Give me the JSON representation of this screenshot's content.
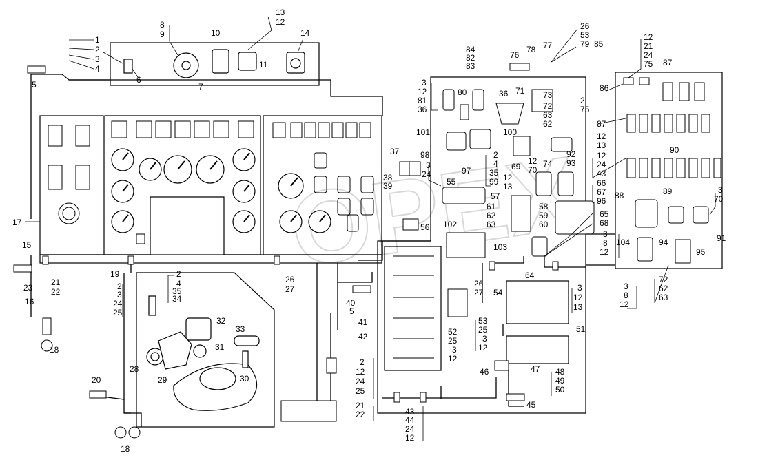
{
  "watermark": "OPEX",
  "callouts": [
    {
      "id": "c1",
      "text": "1"
    },
    {
      "id": "c2",
      "text": "2"
    },
    {
      "id": "c3",
      "text": "3"
    },
    {
      "id": "c4",
      "text": "4"
    },
    {
      "id": "c5",
      "text": "5"
    },
    {
      "id": "c6",
      "text": "6"
    },
    {
      "id": "c7",
      "text": "7"
    },
    {
      "id": "c8",
      "text": "8"
    },
    {
      "id": "c9",
      "text": "9"
    },
    {
      "id": "c10",
      "text": "10"
    },
    {
      "id": "c11",
      "text": "11"
    },
    {
      "id": "c13",
      "text": "13"
    },
    {
      "id": "c12a",
      "text": "12"
    },
    {
      "id": "c14",
      "text": "14"
    },
    {
      "id": "c17",
      "text": "17"
    },
    {
      "id": "c15",
      "text": "15"
    },
    {
      "id": "c23",
      "text": "23"
    },
    {
      "id": "c21",
      "text": "21"
    },
    {
      "id": "c22",
      "text": "22"
    },
    {
      "id": "c16",
      "text": "16"
    },
    {
      "id": "c18a",
      "text": "18"
    },
    {
      "id": "c19",
      "text": "19"
    },
    {
      "id": "c20",
      "text": "20"
    },
    {
      "id": "c18b",
      "text": "18"
    },
    {
      "id": "c2b",
      "text": "2"
    },
    {
      "id": "c4b",
      "text": "4"
    },
    {
      "id": "c35",
      "text": "35"
    },
    {
      "id": "c34",
      "text": "34"
    },
    {
      "id": "c2c",
      "text": "2"
    },
    {
      "id": "c3b",
      "text": "3"
    },
    {
      "id": "c24",
      "text": "24"
    },
    {
      "id": "c25",
      "text": "25"
    },
    {
      "id": "c32",
      "text": "32"
    },
    {
      "id": "c33",
      "text": "33"
    },
    {
      "id": "c31",
      "text": "31"
    },
    {
      "id": "c28",
      "text": "28"
    },
    {
      "id": "c29",
      "text": "29"
    },
    {
      "id": "c30",
      "text": "30"
    },
    {
      "id": "c26b",
      "text": "26"
    },
    {
      "id": "c27b",
      "text": "27"
    },
    {
      "id": "c37",
      "text": "37"
    },
    {
      "id": "c38",
      "text": "38"
    },
    {
      "id": "c39",
      "text": "39"
    },
    {
      "id": "c40",
      "text": "40"
    },
    {
      "id": "c5b",
      "text": "5"
    },
    {
      "id": "c41",
      "text": "41"
    },
    {
      "id": "c42",
      "text": "42"
    },
    {
      "id": "c2d",
      "text": "2"
    },
    {
      "id": "c12b",
      "text": "12"
    },
    {
      "id": "c24b",
      "text": "24"
    },
    {
      "id": "c25b",
      "text": "25"
    },
    {
      "id": "c21b",
      "text": "21"
    },
    {
      "id": "c22b",
      "text": "22"
    },
    {
      "id": "c43",
      "text": "43"
    },
    {
      "id": "c44",
      "text": "44"
    },
    {
      "id": "c24c",
      "text": "24"
    },
    {
      "id": "c12c",
      "text": "12"
    },
    {
      "id": "c84",
      "text": "84"
    },
    {
      "id": "c82",
      "text": "82"
    },
    {
      "id": "c83",
      "text": "83"
    },
    {
      "id": "c76",
      "text": "76"
    },
    {
      "id": "c78",
      "text": "78"
    },
    {
      "id": "c77",
      "text": "77"
    },
    {
      "id": "c26",
      "text": "26"
    },
    {
      "id": "c53",
      "text": "53"
    },
    {
      "id": "c79",
      "text": "79"
    },
    {
      "id": "c85",
      "text": "85"
    },
    {
      "id": "c12d",
      "text": "12"
    },
    {
      "id": "c21c",
      "text": "21"
    },
    {
      "id": "c24d",
      "text": "24"
    },
    {
      "id": "c75",
      "text": "75"
    },
    {
      "id": "c3c",
      "text": "3"
    },
    {
      "id": "c12e",
      "text": "12"
    },
    {
      "id": "c81",
      "text": "81"
    },
    {
      "id": "c36a",
      "text": "36"
    },
    {
      "id": "c80",
      "text": "80"
    },
    {
      "id": "c36b",
      "text": "36"
    },
    {
      "id": "c71",
      "text": "71"
    },
    {
      "id": "c73",
      "text": "73"
    },
    {
      "id": "c72",
      "text": "72"
    },
    {
      "id": "c63",
      "text": "63"
    },
    {
      "id": "c62",
      "text": "62"
    },
    {
      "id": "c2e",
      "text": "2"
    },
    {
      "id": "c75b",
      "text": "75"
    },
    {
      "id": "c100",
      "text": "100"
    },
    {
      "id": "c101",
      "text": "101"
    },
    {
      "id": "c98",
      "text": "98"
    },
    {
      "id": "c97",
      "text": "97"
    },
    {
      "id": "c2f",
      "text": "2"
    },
    {
      "id": "c4c",
      "text": "4"
    },
    {
      "id": "c35b",
      "text": "35"
    },
    {
      "id": "c99",
      "text": "99"
    },
    {
      "id": "c69",
      "text": "69"
    },
    {
      "id": "c12f",
      "text": "12"
    },
    {
      "id": "c70",
      "text": "70"
    },
    {
      "id": "c74",
      "text": "74"
    },
    {
      "id": "c92",
      "text": "92"
    },
    {
      "id": "c93",
      "text": "93"
    },
    {
      "id": "c12g",
      "text": "12"
    },
    {
      "id": "c13b",
      "text": "13"
    },
    {
      "id": "c3d",
      "text": "3"
    },
    {
      "id": "c24e",
      "text": "24"
    },
    {
      "id": "c55",
      "text": "55"
    },
    {
      "id": "c12h",
      "text": "12"
    },
    {
      "id": "c13c",
      "text": "13"
    },
    {
      "id": "c57",
      "text": "57"
    },
    {
      "id": "c61",
      "text": "61"
    },
    {
      "id": "c62b",
      "text": "62"
    },
    {
      "id": "c63b",
      "text": "63"
    },
    {
      "id": "c58",
      "text": "58"
    },
    {
      "id": "c59",
      "text": "59"
    },
    {
      "id": "c60",
      "text": "60"
    },
    {
      "id": "c56",
      "text": "56"
    },
    {
      "id": "c102",
      "text": "102"
    },
    {
      "id": "c103",
      "text": "103"
    },
    {
      "id": "c66",
      "text": "66"
    },
    {
      "id": "c67",
      "text": "67"
    },
    {
      "id": "c96",
      "text": "96"
    },
    {
      "id": "c65",
      "text": "65"
    },
    {
      "id": "c68",
      "text": "68"
    },
    {
      "id": "c64",
      "text": "64"
    },
    {
      "id": "c26c",
      "text": "26"
    },
    {
      "id": "c27c",
      "text": "27"
    },
    {
      "id": "c54",
      "text": "54"
    },
    {
      "id": "c53b",
      "text": "53"
    },
    {
      "id": "c25c",
      "text": "25"
    },
    {
      "id": "c3e",
      "text": "3"
    },
    {
      "id": "c12i",
      "text": "12"
    },
    {
      "id": "c52",
      "text": "52"
    },
    {
      "id": "c25d",
      "text": "25"
    },
    {
      "id": "c3f",
      "text": "3"
    },
    {
      "id": "c12j",
      "text": "12"
    },
    {
      "id": "c3g",
      "text": "3"
    },
    {
      "id": "c12k",
      "text": "12"
    },
    {
      "id": "c13d",
      "text": "13"
    },
    {
      "id": "c51",
      "text": "51"
    },
    {
      "id": "c46",
      "text": "46"
    },
    {
      "id": "c47",
      "text": "47"
    },
    {
      "id": "c48",
      "text": "48"
    },
    {
      "id": "c49",
      "text": "49"
    },
    {
      "id": "c50",
      "text": "50"
    },
    {
      "id": "c45",
      "text": "45"
    },
    {
      "id": "c86",
      "text": "86"
    },
    {
      "id": "c87a",
      "text": "87"
    },
    {
      "id": "c87b",
      "text": "87"
    },
    {
      "id": "c90",
      "text": "90"
    },
    {
      "id": "c12l",
      "text": "12"
    },
    {
      "id": "c24f",
      "text": "24"
    },
    {
      "id": "c43b",
      "text": "43"
    },
    {
      "id": "c88",
      "text": "88"
    },
    {
      "id": "c89",
      "text": "89"
    },
    {
      "id": "c3h",
      "text": "3"
    },
    {
      "id": "c70b",
      "text": "70"
    },
    {
      "id": "c91",
      "text": "91"
    },
    {
      "id": "c3i",
      "text": "3"
    },
    {
      "id": "c8b",
      "text": "8"
    },
    {
      "id": "c12m",
      "text": "12"
    },
    {
      "id": "c104",
      "text": "104"
    },
    {
      "id": "c94",
      "text": "94"
    },
    {
      "id": "c95",
      "text": "95"
    },
    {
      "id": "c3j",
      "text": "3"
    },
    {
      "id": "c8c",
      "text": "8"
    },
    {
      "id": "c12n",
      "text": "12"
    },
    {
      "id": "c72b",
      "text": "72"
    },
    {
      "id": "c62c",
      "text": "62"
    },
    {
      "id": "c63c",
      "text": "63"
    }
  ]
}
